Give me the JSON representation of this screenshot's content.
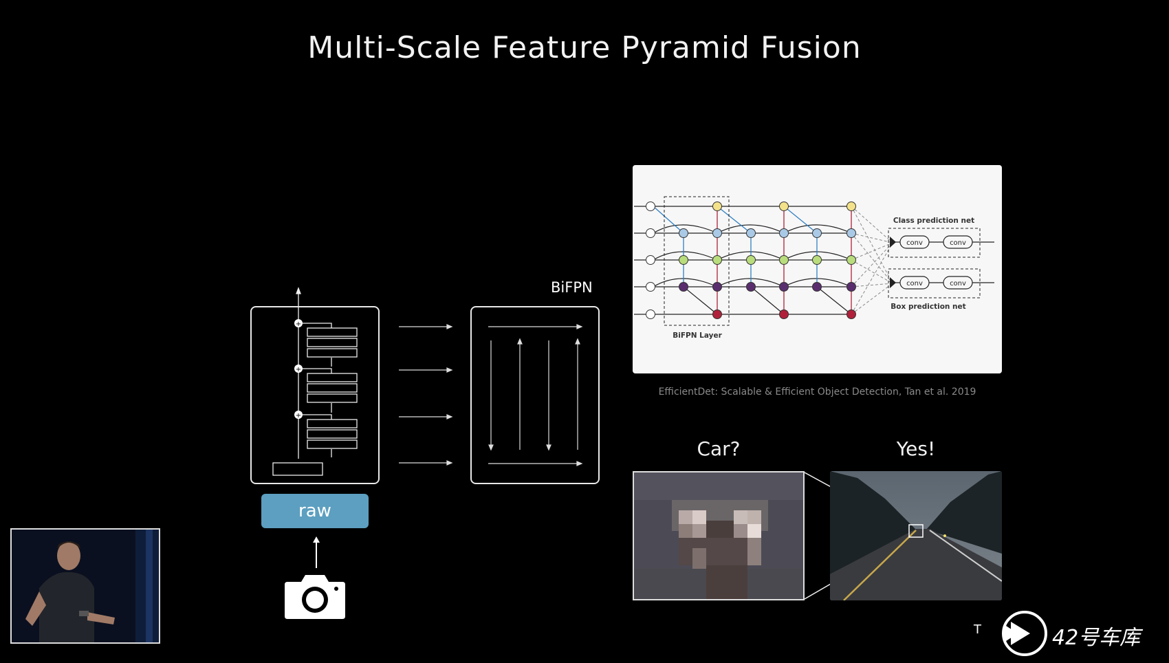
{
  "slide": {
    "title": "Multi-Scale Feature Pyramid Fusion",
    "raw_label": "raw",
    "bifpn_label": "BiFPN",
    "citation": "EfficientDet: Scalable & Efficient Object Detection, Tan et al. 2019",
    "car_question": "Car?",
    "car_answer": "Yes!"
  },
  "paper_figure": {
    "class_net_label": "Class prediction net",
    "box_net_label": "Box prediction net",
    "layer_label": "BiFPN Layer",
    "conv_label": "conv"
  },
  "watermark": {
    "text": "42号车库",
    "brand_glyph": "T"
  },
  "icons": [
    "camera-icon",
    "play-logo-icon"
  ],
  "colors": {
    "raw_button": "#5c9fc0",
    "node_yellow": "#f3e28a",
    "node_blue": "#a9c9e6",
    "node_green": "#b9dc7c",
    "node_purple": "#5a2e6e",
    "node_red": "#b0203a"
  }
}
